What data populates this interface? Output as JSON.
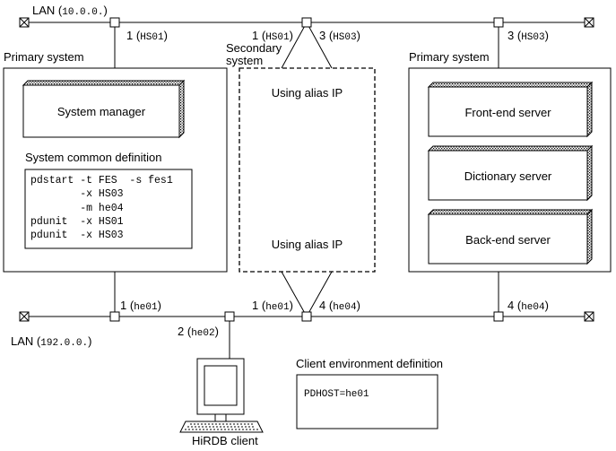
{
  "lan_top": {
    "label": "LAN",
    "addr": "10.0.0."
  },
  "lan_bottom": {
    "label": "LAN",
    "addr": "192.0.0."
  },
  "left_system": {
    "title": "Primary system",
    "system_manager": "System manager",
    "common_def_title": "System common definition",
    "code_lines": [
      "pdstart -t FES  -s fes1",
      "        -x HS03",
      "        -m he04",
      "pdunit  -x HS01",
      "pdunit  -x HS03"
    ],
    "top_port": {
      "num": "1",
      "name": "HS01"
    },
    "bottom_port": {
      "num": "1",
      "name": "he01"
    }
  },
  "secondary_system": {
    "title_line1": "Secondary",
    "title_line2": "system",
    "alias_top": "Using alias IP",
    "alias_bottom": "Using alias IP",
    "top_port_left": {
      "num": "1",
      "name": "HS01"
    },
    "top_port_right": {
      "num": "3",
      "name": "HS03"
    },
    "bottom_port_left": {
      "num": "1",
      "name": "he01"
    },
    "bottom_port_right": {
      "num": "4",
      "name": "he04"
    }
  },
  "right_system": {
    "title": "Primary system",
    "servers": [
      "Front-end server",
      "Dictionary server",
      "Back-end server"
    ],
    "top_port": {
      "num": "3",
      "name": "HS03"
    },
    "bottom_port": {
      "num": "4",
      "name": "he04"
    }
  },
  "client": {
    "port": {
      "num": "2",
      "name": "he02"
    },
    "label": "HiRDB client",
    "env_title": "Client environment definition",
    "env_code": "PDHOST=he01"
  }
}
